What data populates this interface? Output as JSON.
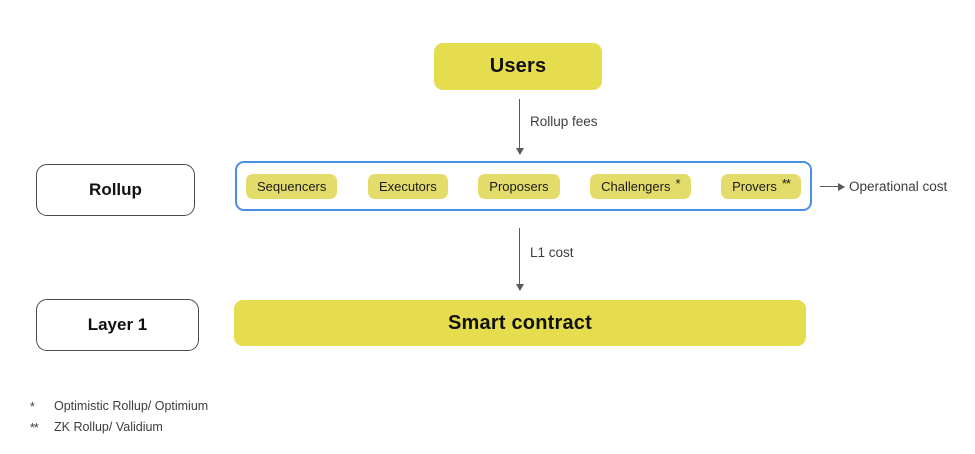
{
  "diagram": {
    "users": {
      "label": "Users"
    },
    "layers": [
      {
        "id": "rollup",
        "label": "Rollup"
      },
      {
        "id": "layer1",
        "label": "Layer 1"
      }
    ],
    "rollup_actors": [
      {
        "label": "Sequencers",
        "marker": ""
      },
      {
        "label": "Executors",
        "marker": ""
      },
      {
        "label": "Proposers",
        "marker": ""
      },
      {
        "label": "Challengers",
        "marker": "*"
      },
      {
        "label": "Provers",
        "marker": "**"
      }
    ],
    "smart_contract": {
      "label": "Smart contract"
    },
    "flows": [
      {
        "id": "rollup-fees",
        "label": "Rollup fees",
        "direction": "down"
      },
      {
        "id": "l1-cost",
        "label": "L1 cost",
        "direction": "down"
      },
      {
        "id": "operational-cost",
        "label": "Operational cost",
        "direction": "right"
      }
    ],
    "footnotes": [
      {
        "marker": "*",
        "text": "Optimistic Rollup/ Optimium"
      },
      {
        "marker": "**",
        "text": "ZK Rollup/ Validium"
      }
    ],
    "colors": {
      "block_yellow": "#e6dd4e",
      "pill_yellow": "#e4dc6a",
      "container_blue": "#4a90e2",
      "outline_gray": "#4a4a4a",
      "arrow_gray": "#5a5a5a",
      "background": "#ffffff"
    }
  }
}
